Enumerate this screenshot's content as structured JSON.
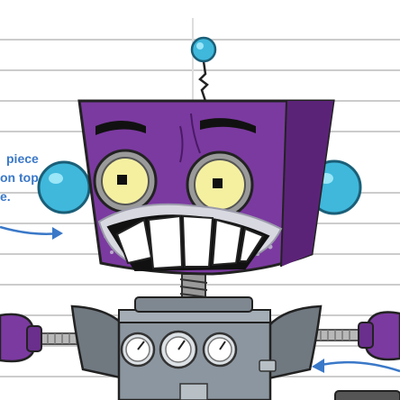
{
  "background": {
    "color": "#ffffff",
    "rule_color": "#c8c8c8",
    "rule_count": 10
  },
  "instruction_text": {
    "line1": "piece",
    "line2": "on top",
    "line3": "e.",
    "color": "#3a78c8"
  },
  "robot": {
    "head_color": "#7b3aa0",
    "head_shadow_color": "#5b2378",
    "antenna_ball_color": "#3fb8dc",
    "ear_color": "#3fb8dc",
    "eye_white_color": "#f5f0a0",
    "eye_ring_color": "#9a9a9a",
    "body_color": "#8c96a0",
    "gauge_count": 3,
    "expression": "grimace"
  },
  "icons": {
    "arrow_left": "curved-arrow-right-icon",
    "arrow_right": "curved-arrow-left-icon"
  }
}
